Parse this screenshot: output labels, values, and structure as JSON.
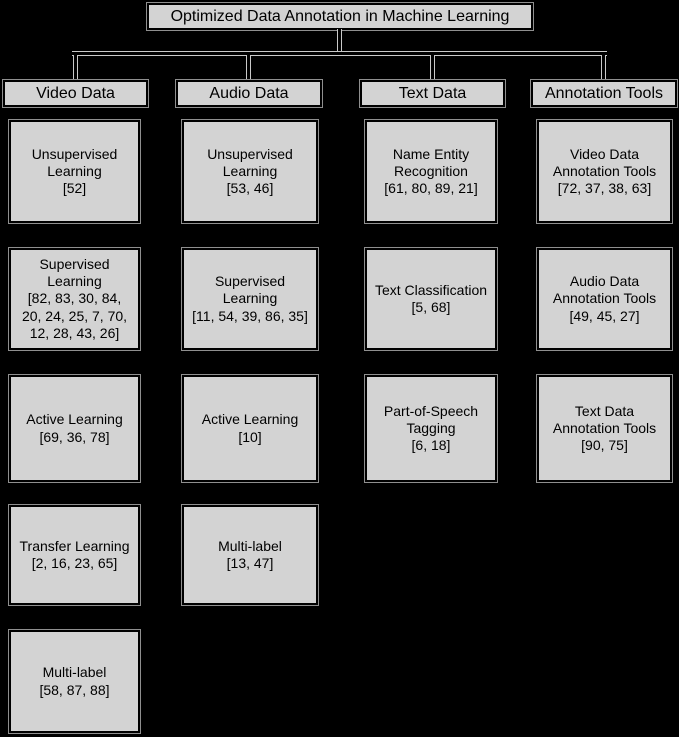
{
  "title": "Optimized Data Annotation in Machine Learning",
  "colors": {
    "background": "#000000",
    "box_fill": "#d3d3d3",
    "box_border": "#000000",
    "box_halo": "#8f8f8f",
    "connector": "#c9c9c9",
    "text": "#000000"
  },
  "columns": [
    {
      "header": "Video Data",
      "boxes": [
        {
          "label": "Unsupervised Learning",
          "refs": "[52]"
        },
        {
          "label": "Supervised Learning",
          "refs": "[82, 83, 30, 84, 20, 24, 25, 7, 70, 12, 28, 43, 26]"
        },
        {
          "label": "Active Learning",
          "refs": "[69, 36, 78]"
        },
        {
          "label": "Transfer Learning",
          "refs": "[2, 16, 23, 65]"
        },
        {
          "label": "Multi-label",
          "refs": "[58, 87, 88]"
        }
      ]
    },
    {
      "header": "Audio Data",
      "boxes": [
        {
          "label": "Unsupervised Learning",
          "refs": "[53, 46]"
        },
        {
          "label": "Supervised Learning",
          "refs": "[11, 54, 39, 86, 35]"
        },
        {
          "label": "Active Learning",
          "refs": "[10]"
        },
        {
          "label": "Multi-label",
          "refs": "[13, 47]"
        }
      ]
    },
    {
      "header": "Text Data",
      "boxes": [
        {
          "label": "Name Entity Recognition",
          "refs": "[61, 80, 89, 21]"
        },
        {
          "label": "Text Classification",
          "refs": "[5, 68]"
        },
        {
          "label": "Part-of-Speech Tagging",
          "refs": "[6, 18]"
        }
      ]
    },
    {
      "header": "Annotation Tools",
      "boxes": [
        {
          "label": "Video Data Annotation Tools",
          "refs": "[72, 37, 38, 63]"
        },
        {
          "label": "Audio Data Annotation Tools",
          "refs": "[49, 45, 27]"
        },
        {
          "label": "Text Data Annotation Tools",
          "refs": "[90, 75]"
        }
      ]
    }
  ]
}
